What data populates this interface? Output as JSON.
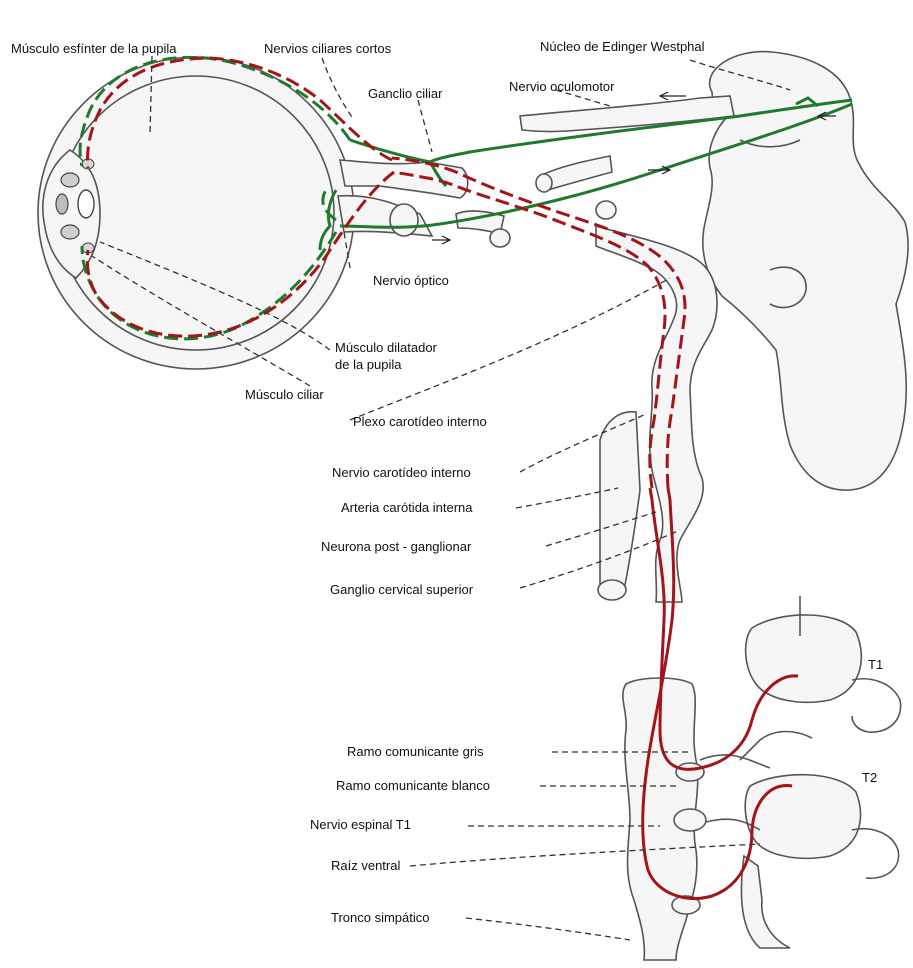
{
  "labels": {
    "musculo_esfinter": "Músculo esfínter de la pupila",
    "nervios_ciliares_cortos": "Nervios ciliares cortos",
    "nucleo_edinger": "Núcleo de Edinger Westphal",
    "ganglio_ciliar": "Ganclio ciliar",
    "nervio_oculomotor": "Nervio oculomotor",
    "nervio_optico": "Nervio óptico",
    "musculo_dilatador_1": "Músculo dilatador",
    "musculo_dilatador_2": "de la pupila",
    "musculo_ciliar": "Músculo ciliar",
    "plexo_carotideo": "Plexo carotídeo interno",
    "nervio_carotideo": "Nervio carotídeo interno",
    "arteria_carotida": "Arteria carótida interna",
    "neurona_post": "Neurona post - ganglionar",
    "ganglio_cervical": "Ganglio cervical superior",
    "t1": "T1",
    "t2": "T2",
    "ramo_gris": "Ramo comunicante gris",
    "ramo_blanco": "Ramo comunicante blanco",
    "nervio_espinal": "Nervio espinal T1",
    "raiz_ventral": "Raíz ventral",
    "tronco_simpatico": "Tronco simpático"
  },
  "colors": {
    "parasympathetic": "#1f7a2e",
    "sympathetic": "#a3141b",
    "outline": "#555555"
  }
}
